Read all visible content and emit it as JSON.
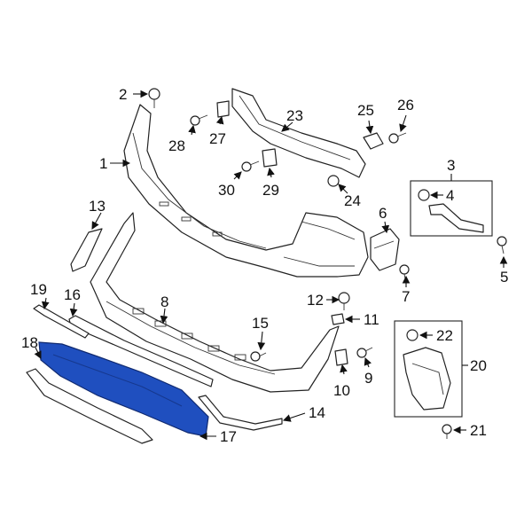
{
  "callouts": {
    "c1": "1",
    "c2": "2",
    "c3": "3",
    "c4": "4",
    "c5": "5",
    "c6": "6",
    "c7": "7",
    "c8": "8",
    "c9": "9",
    "c10": "10",
    "c11": "11",
    "c12": "12",
    "c13": "13",
    "c14": "14",
    "c15": "15",
    "c16": "16",
    "c17": "17",
    "c18": "18",
    "c19": "19",
    "c20": "20",
    "c21": "21",
    "c22": "22",
    "c23": "23",
    "c24": "24",
    "c25": "25",
    "c26": "26",
    "c27": "27",
    "c28": "28",
    "c29": "29",
    "c30": "30"
  },
  "highlight": {
    "part": "17",
    "color": "#1f4fbf"
  }
}
